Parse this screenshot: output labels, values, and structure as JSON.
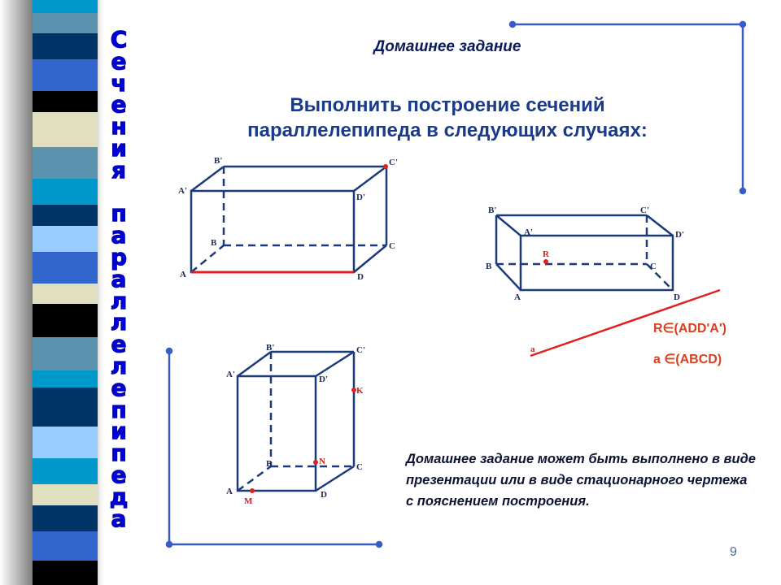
{
  "vertical_title": [
    "С",
    "е",
    "ч",
    "е",
    "н",
    "и",
    "я",
    " ",
    "п",
    "а",
    "р",
    "а",
    "л",
    "л",
    "е",
    "л",
    "е",
    "п",
    "и",
    "п",
    "е",
    "д",
    "а"
  ],
  "homework_heading": "Домашнее задание",
  "task_title_line1": "Выполнить построение сечений",
  "task_title_line2": "параллелепипеда в следующих случаях:",
  "figure1": {
    "A": "A",
    "B": "B",
    "C": "C",
    "D": "D",
    "A1": "A'",
    "B1": "B'",
    "C1": "C'",
    "D1": "D'"
  },
  "figure2": {
    "A": "A",
    "B": "B",
    "C": "C",
    "D": "D",
    "A1": "A'",
    "B1": "B'",
    "C1": "C'",
    "D1": "D'",
    "R": "R",
    "a": "a",
    "condition1": "R∈(ADD'A')",
    "condition2": "a ∈(ABCD)"
  },
  "figure3": {
    "A": "A",
    "B": "B",
    "C": "C",
    "D": "D",
    "A1": "A'",
    "B1": "B'",
    "C1": "C'",
    "D1": "D'",
    "M": "M",
    "N": "N",
    "K": "K"
  },
  "note": "Домашнее задание может быть выполнено в виде презентации или в виде стационарного чертежа с пояснением построения.",
  "page_number": "9",
  "colors": {
    "edge": "#1a3a7a",
    "accent_red": "#e02020",
    "frame": "#3a5ac8"
  }
}
